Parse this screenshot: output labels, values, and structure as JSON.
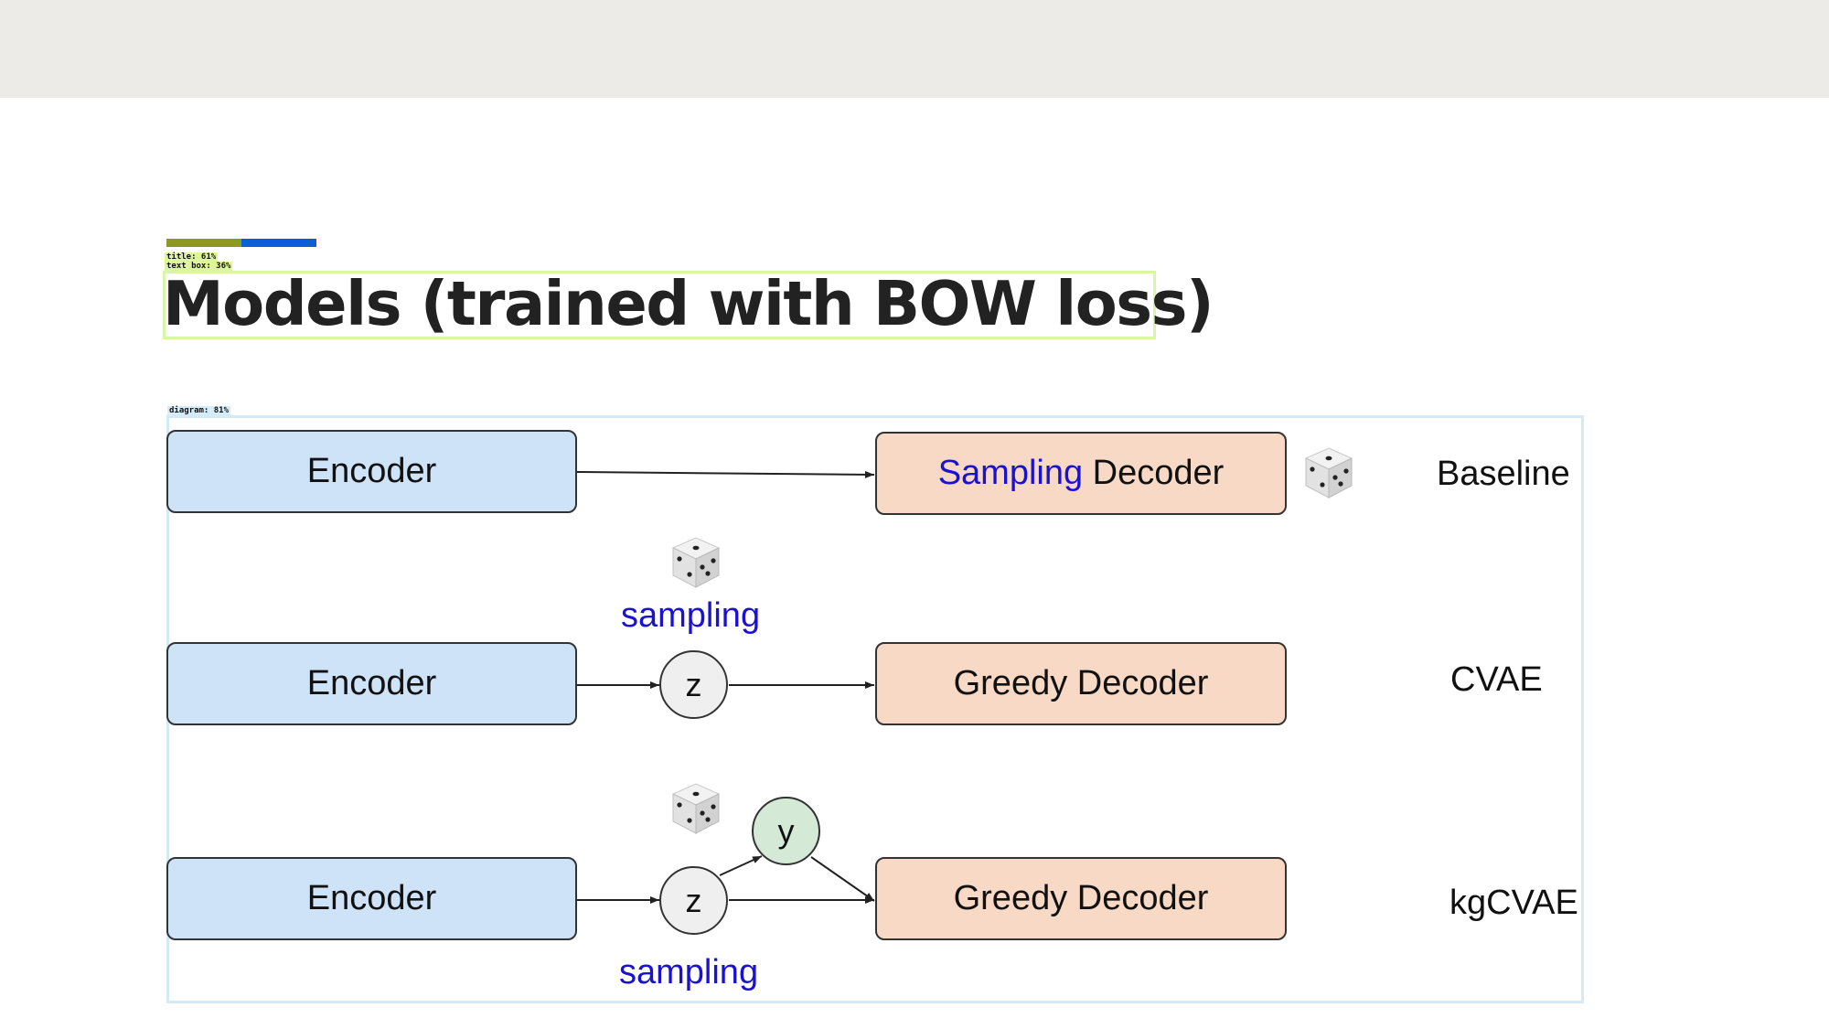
{
  "slide": {
    "title": "Models (trained with BOW loss)"
  },
  "overlay": {
    "title_tag": "title: 61%",
    "textbox_tag": "text box: 36%",
    "diagram_tag": "diagram: 81%",
    "colors": {
      "title_bar": "#8d9a1f",
      "text_bar": "#0b5ed7",
      "title_box": "#d9f5a8",
      "diagram_box": "#d4ebf6"
    }
  },
  "diagram": {
    "rows": [
      {
        "model": "Baseline",
        "encoder": "Encoder",
        "decoder_prefix": "Sampling",
        "decoder_suffix": " Decoder"
      },
      {
        "model": "CVAE",
        "encoder": "Encoder",
        "latent": "z",
        "decoder": "Greedy Decoder",
        "sampling": "sampling"
      },
      {
        "model": "kgCVAE",
        "encoder": "Encoder",
        "latent": "z",
        "knowledge": "y",
        "decoder": "Greedy Decoder",
        "sampling": "sampling"
      }
    ],
    "colors": {
      "encoder_fill": "#cfe3f8",
      "decoder_fill": "#f7d9c6",
      "latent_fill": "#efefef",
      "knowledge_fill": "#d4ead7",
      "highlight_text": "#1a12d0"
    },
    "icons": [
      "dice-icon",
      "dice-icon",
      "dice-icon"
    ]
  }
}
